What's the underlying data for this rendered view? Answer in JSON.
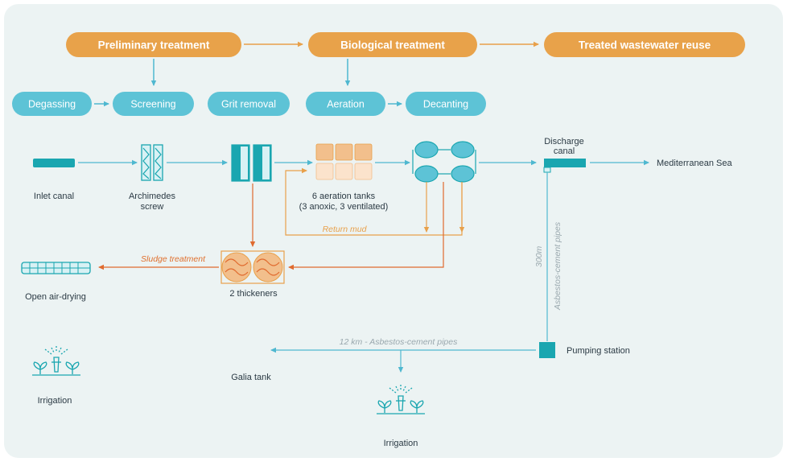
{
  "stages": {
    "preliminary": "Preliminary treatment",
    "biological": "Biological treatment",
    "reuse": "Treated wastewater reuse"
  },
  "steps": {
    "degassing": "Degassing",
    "screening": "Screening",
    "grit_removal": "Grit removal",
    "aeration": "Aeration",
    "decanting": "Decanting"
  },
  "labels": {
    "inlet_canal": "Inlet canal",
    "archimedes_1": "Archimedes",
    "archimedes_2": "screw",
    "aeration_tanks_1": "6 aeration tanks",
    "aeration_tanks_2": "(3 anoxic, 3 ventilated)",
    "discharge_1": "Discharge",
    "discharge_2": "canal",
    "mediterranean": "Mediterranean Sea",
    "return_mud": "Return mud",
    "sludge_treatment": "Sludge treatment",
    "thickeners": "2 thickeners",
    "open_air_drying": "Open air-drying",
    "distance_300": "300m",
    "asbestos_vertical": "Asbestos-cement pipes",
    "pipe_12km": "12 km - Asbestos-cement pipes",
    "pumping_station": "Pumping station",
    "galia_tank": "Galia tank",
    "irrigation_left": "Irrigation",
    "irrigation_bottom": "Irrigation"
  },
  "colors": {
    "background": "#ecf3f3",
    "orange_pill": "#e8a24a",
    "blue_pill": "#5dc3d6",
    "teal": "#1aa6b0",
    "light_teal": "#d8f1f4",
    "arrow_blue": "#4fb8d0",
    "sludge_orange": "#e06a2e",
    "return_orange": "#e8a04a",
    "tank_dark": "#f2bf8c",
    "tank_light": "#fbe3cc",
    "text": "#2b3a44",
    "gray_text": "#9aa8ae"
  }
}
